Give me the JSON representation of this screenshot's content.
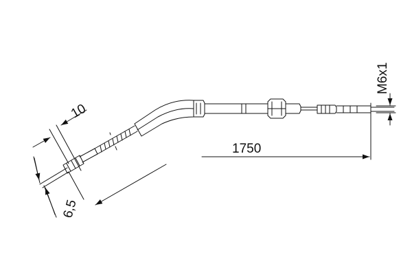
{
  "drawing": {
    "dimensions": {
      "length": "1750",
      "thread": "M6x1",
      "end_length": "10",
      "end_diameter": "6,5"
    },
    "colors": {
      "line": "#111111",
      "background": "#ffffff"
    }
  }
}
